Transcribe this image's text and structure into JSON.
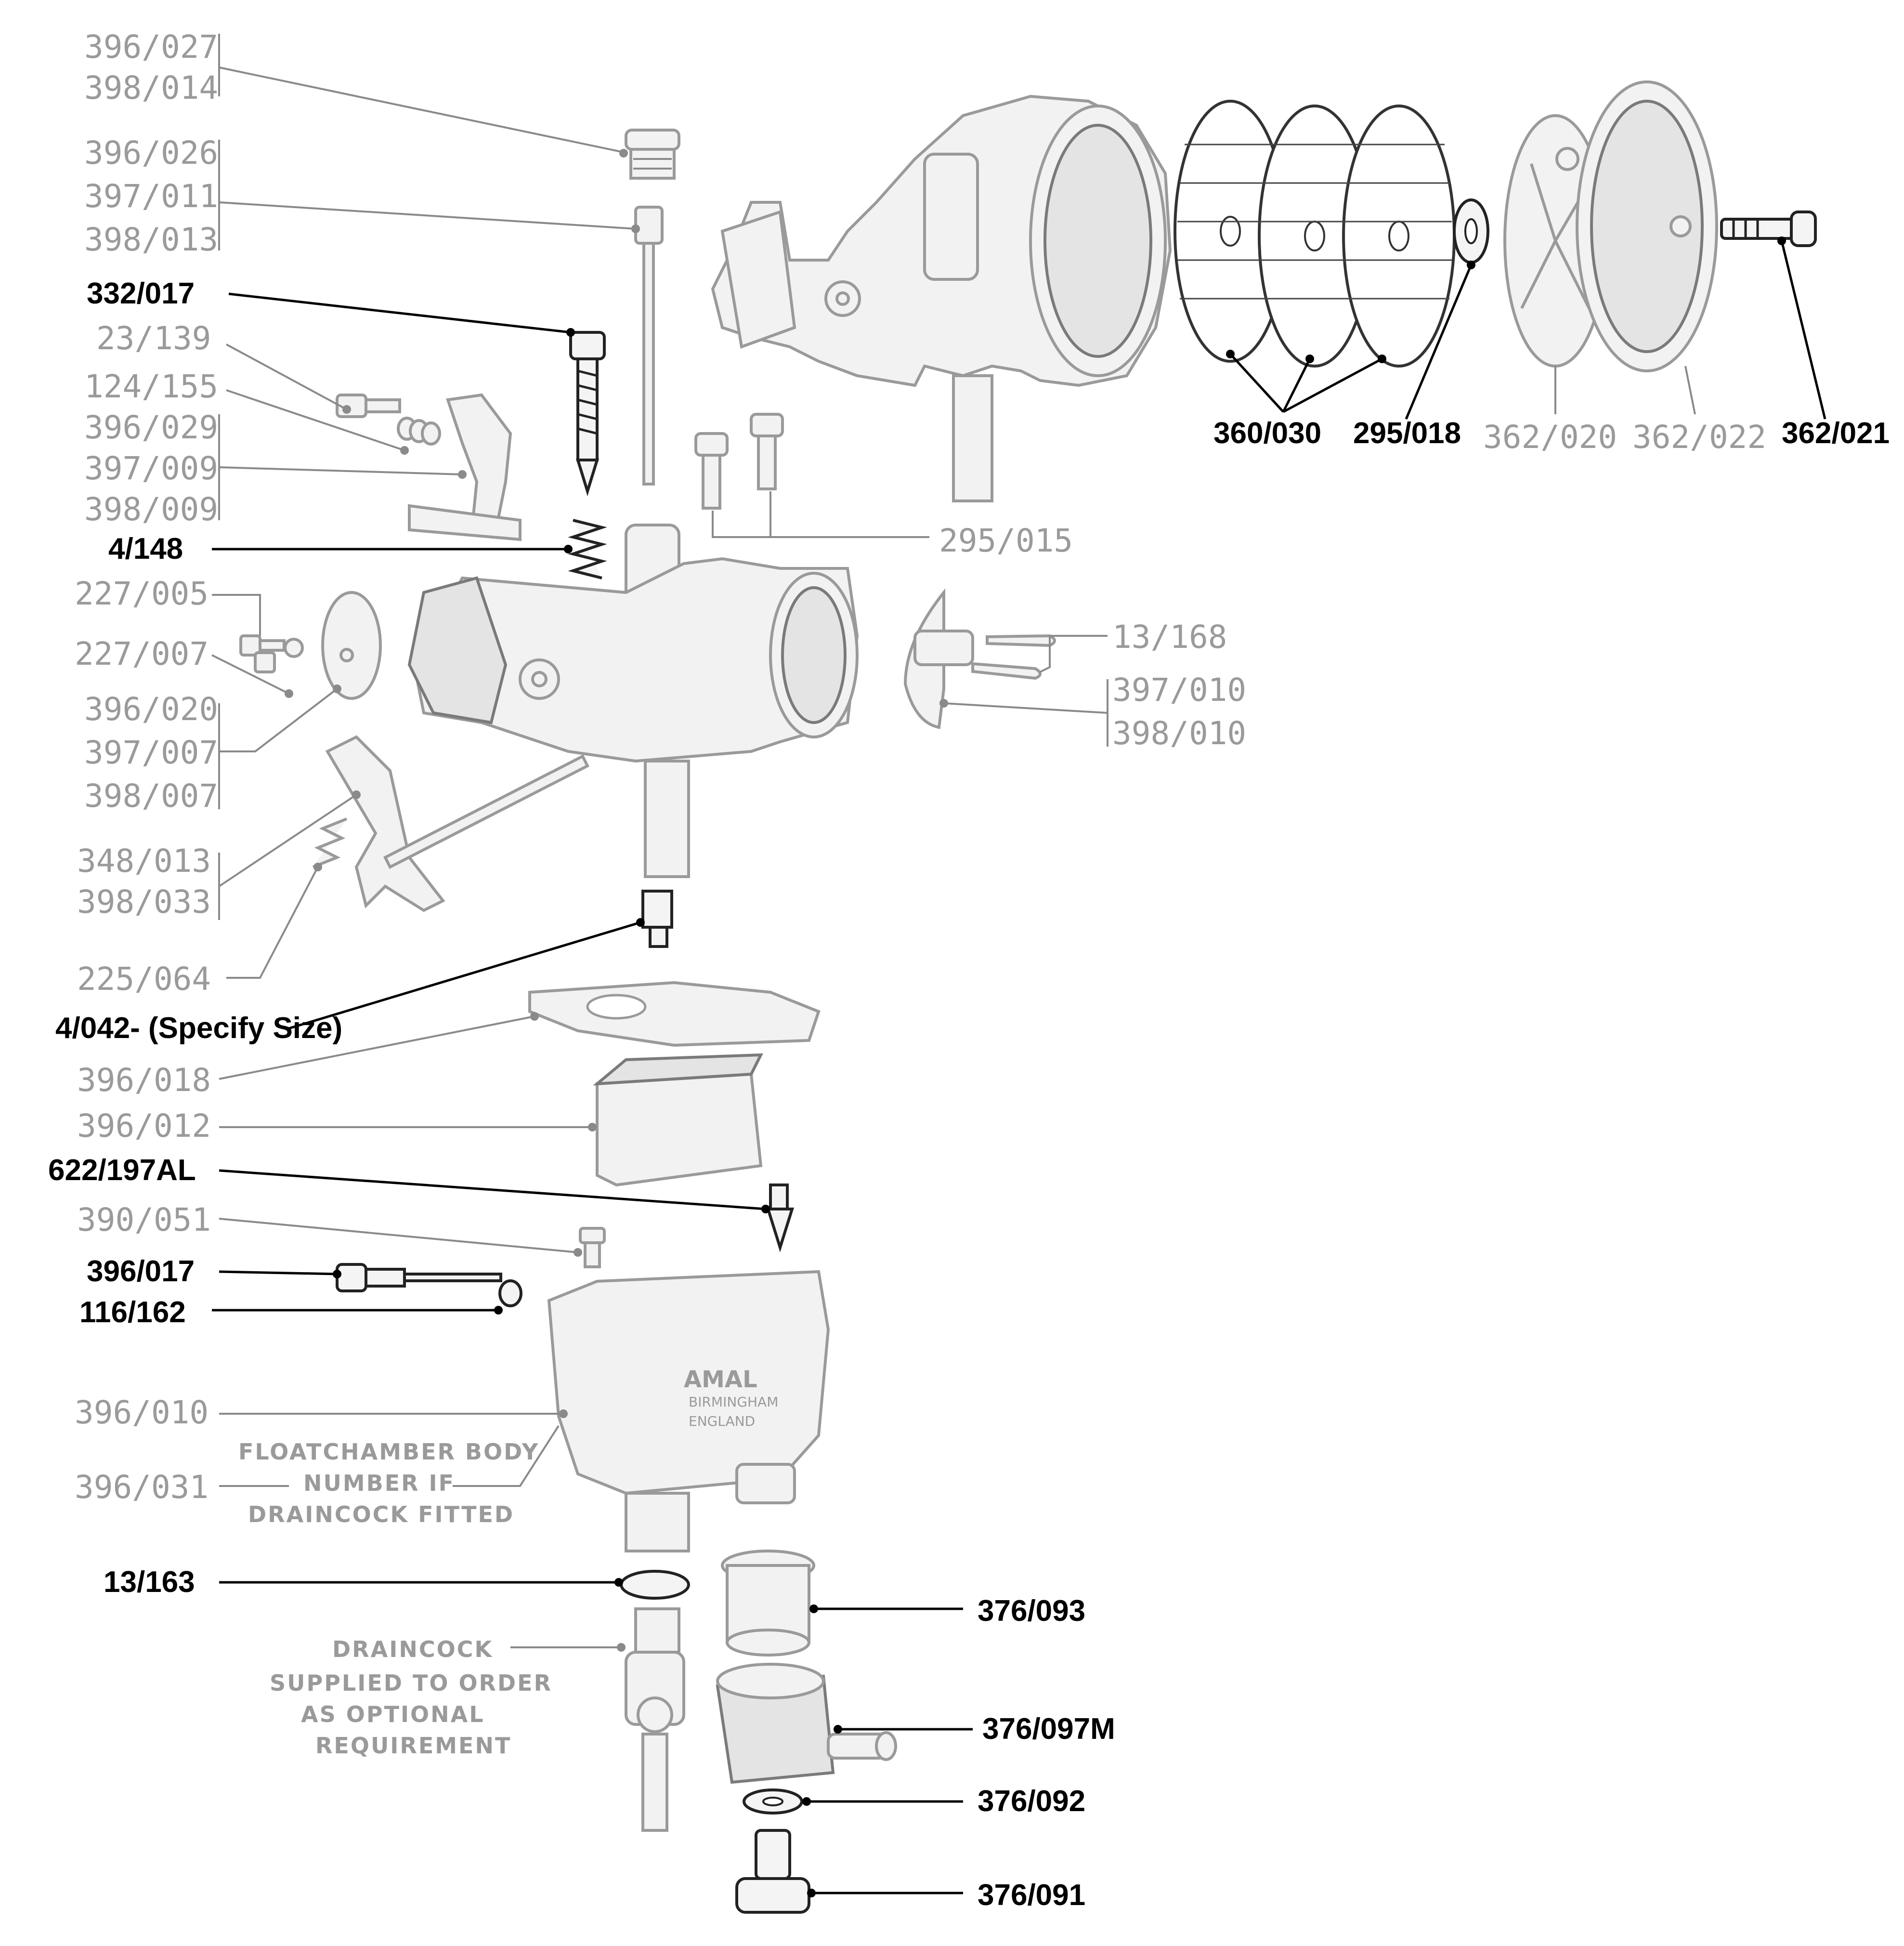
{
  "labels": {
    "l396_027": "396/027",
    "l398_014": "398/014",
    "l396_026": "396/026",
    "l397_011": "397/011",
    "l398_013": "398/013",
    "l332_017": "332/017",
    "l23_139": "23/139",
    "l124_155": "124/155",
    "l396_029": "396/029",
    "l397_009": "397/009",
    "l398_009": "398/009",
    "l4_148": "4/148",
    "l227_005": "227/005",
    "l227_007": "227/007",
    "l396_020": "396/020",
    "l397_007": "397/007",
    "l398_007": "398/007",
    "l348_013": "348/013",
    "l398_033": "398/033",
    "l225_064": "225/064",
    "l4_042": "4/042- (Specify Size)",
    "l396_018": "396/018",
    "l396_012": "396/012",
    "l622_197AL": "622/197AL",
    "l390_051": "390/051",
    "l396_017": "396/017",
    "l116_162": "116/162",
    "l396_010": "396/010",
    "l396_031": "396/031",
    "l13_163": "13/163",
    "l295_015": "295/015",
    "l13_168": "13/168",
    "l397_010": "397/010",
    "l398_010": "398/010",
    "l360_030": "360/030",
    "l295_018": "295/018",
    "l362_020": "362/020",
    "l362_022": "362/022",
    "l362_021": "362/021",
    "l376_093": "376/093",
    "l376_097M": "376/097M",
    "l376_092": "376/092",
    "l376_091": "376/091"
  },
  "notes": {
    "floatchamber": [
      "FLOATCHAMBER BODY",
      "NUMBER IF",
      "DRAINCOCK FITTED"
    ],
    "draincock": [
      "DRAINCOCK",
      "SUPPLIED TO ORDER",
      "AS OPTIONAL",
      "REQUIREMENT"
    ]
  },
  "stamp": {
    "maker": "AMAL",
    "city": "BIRMINGHAM",
    "country": "ENGLAND"
  },
  "colors": {
    "legacy_part_number": "#9a9a9a",
    "current_part_number": "#000000",
    "background": "#ffffff"
  }
}
